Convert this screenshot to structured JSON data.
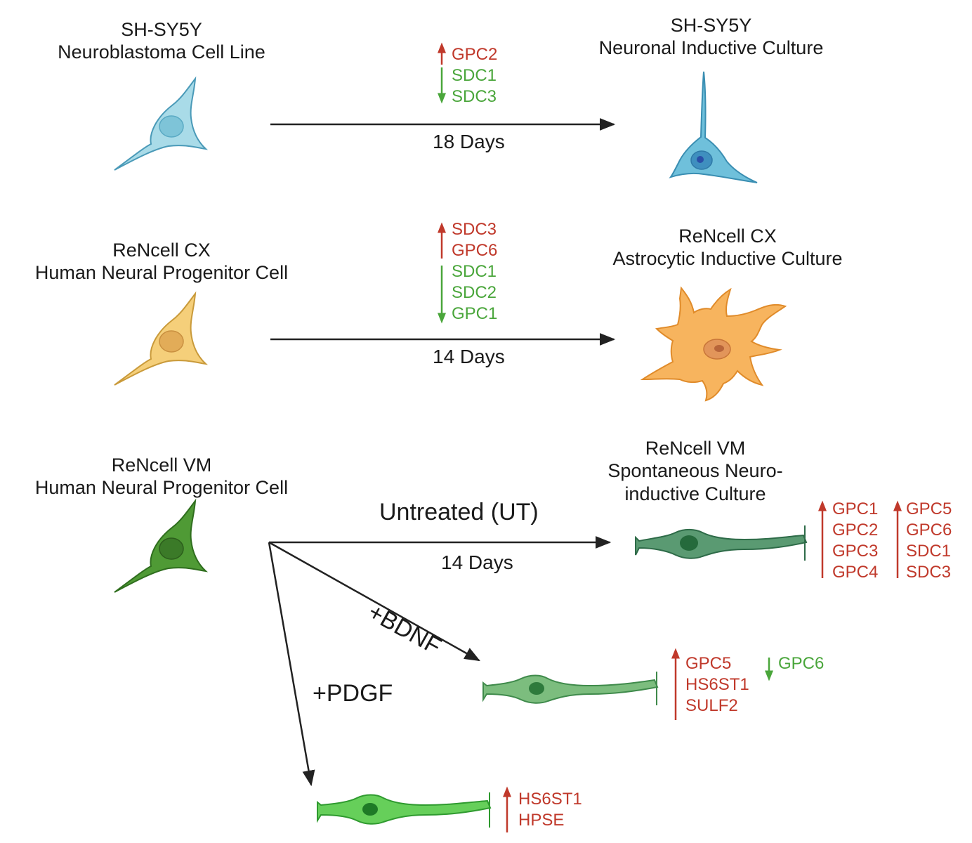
{
  "rows": {
    "shsy5y": {
      "source_title": [
        "SH-SY5Y",
        "Neuroblastoma Cell Line"
      ],
      "target_title": [
        "SH-SY5Y",
        "Neuronal Inductive Culture"
      ],
      "duration": "18 Days",
      "up_genes": [
        "GPC2"
      ],
      "down_genes": [
        "SDC1",
        "SDC3"
      ]
    },
    "rencell_cx": {
      "source_title": [
        "ReNcell CX",
        "Human Neural Progenitor Cell"
      ],
      "target_title": [
        "ReNcell CX",
        "Astrocytic Inductive Culture"
      ],
      "duration": "14 Days",
      "up_genes": [
        "SDC3",
        "GPC6"
      ],
      "down_genes": [
        "SDC1",
        "SDC2",
        "GPC1"
      ]
    },
    "rencell_vm": {
      "source_title": [
        "ReNcell VM",
        "Human Neural Progenitor Cell"
      ],
      "target_title": [
        "ReNcell VM",
        "Spontaneous Neuro-",
        "inductive Culture"
      ],
      "untreated_label": "Untreated (UT)",
      "duration": "14 Days",
      "up_genes_col1": [
        "GPC1",
        "GPC2",
        "GPC3",
        "GPC4"
      ],
      "up_genes_col2": [
        "GPC5",
        "GPC6",
        "SDC1",
        "SDC3"
      ],
      "bdnf": {
        "label": "+BDNF",
        "up_genes": [
          "GPC5",
          "HS6ST1",
          "SULF2"
        ],
        "down_genes": [
          "GPC6"
        ]
      },
      "pdgf": {
        "label": "+PDGF",
        "up_genes": [
          "HS6ST1",
          "HPSE"
        ]
      }
    }
  },
  "colors": {
    "up": "#c0392b",
    "down": "#4aa63b",
    "arrow": "#222222",
    "neuroblastoma_cell": "#a9dbe8",
    "neuronal_cell": "#6fc0db",
    "progenitor_cx_cell": "#f5cf7a",
    "astrocyte_cell": "#f7b45e",
    "progenitor_vm_cell": "#4f9a35",
    "ut_cell": "#5a9a72",
    "bdnf_cell": "#7cbd7e",
    "pdgf_cell": "#66cf5a"
  }
}
